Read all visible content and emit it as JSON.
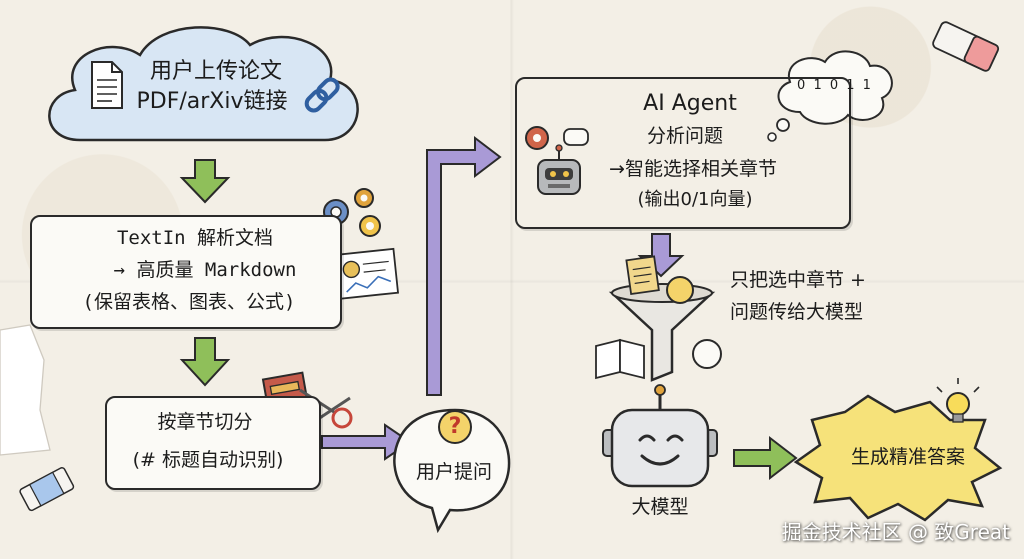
{
  "upload": {
    "line1": "用户上传论文",
    "line2": "PDF/arXiv链接"
  },
  "parse": {
    "line1": "TextIn 解析文档",
    "line2": "→ 高质量 Markdown",
    "line3": "(保留表格、图表、公式)"
  },
  "split": {
    "line1": "按章节切分",
    "line2": "(# 标题自动识别)"
  },
  "question": {
    "label": "用户提问",
    "mark": "?"
  },
  "agent": {
    "line1": "AI Agent",
    "line2": "分析问题",
    "line3": "→智能选择相关章节",
    "line4": "(输出0/1向量)",
    "bits": "0 1 0 1 1"
  },
  "filter": {
    "line1": "只把选中章节 +",
    "line2": "问题传给大模型"
  },
  "model": {
    "label": "大模型"
  },
  "answer": {
    "label": "生成精准答案"
  },
  "watermark": "掘金技术社区 @ 致Great",
  "colors": {
    "arrow_green": "#8fbf5a",
    "arrow_purple": "#a99ad6",
    "cloud_blue": "#d8e6f4",
    "answer_yellow": "#f6e27a",
    "funnel": "#e9e7e2"
  }
}
